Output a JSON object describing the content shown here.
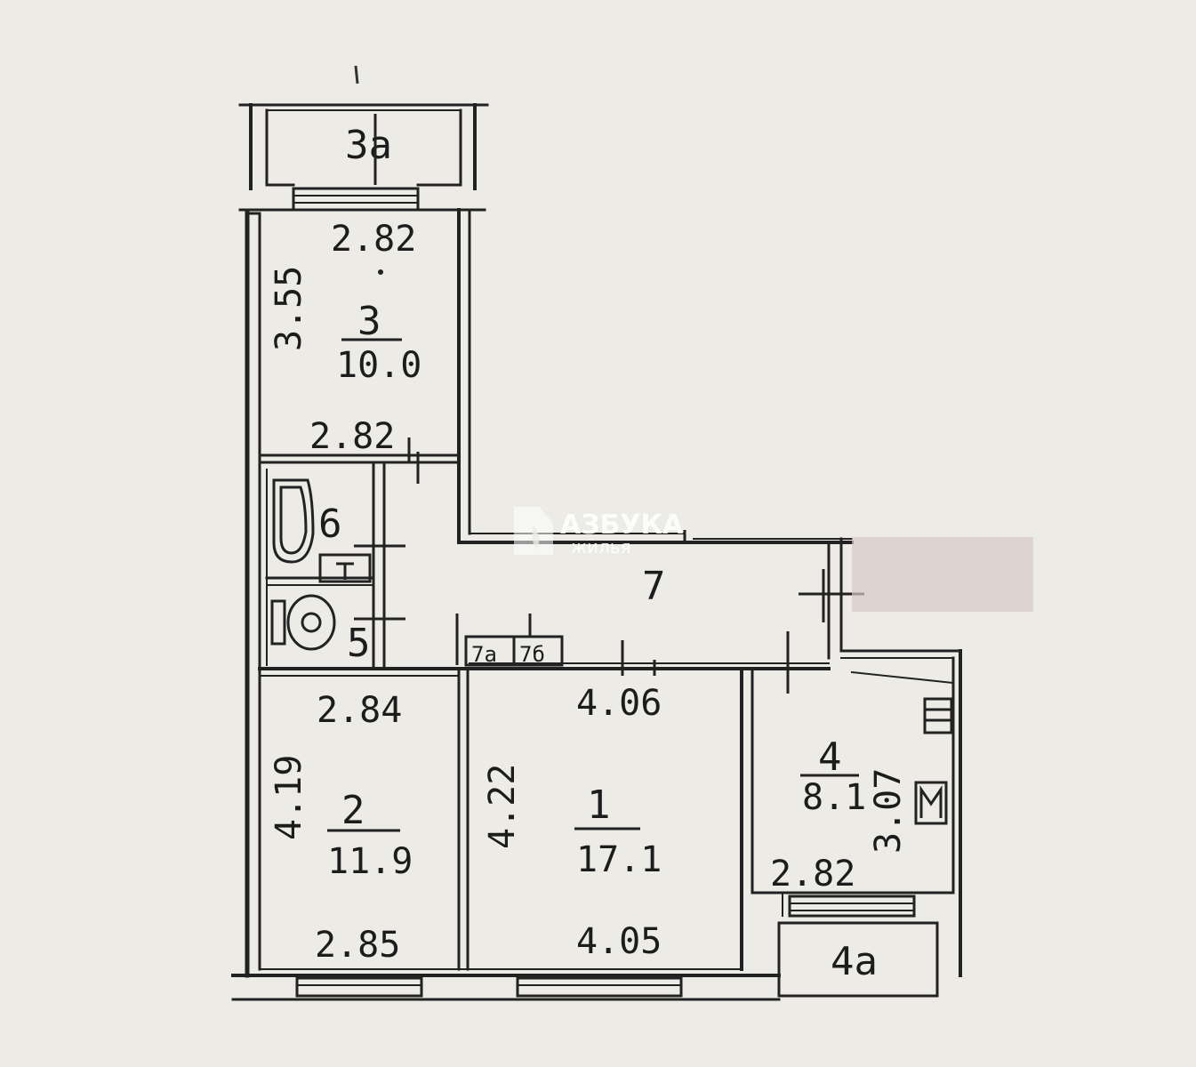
{
  "rooms": [
    {
      "id": "3a",
      "number": "3а"
    },
    {
      "id": "3",
      "number": "3",
      "area": "10.0",
      "dim_top": "2.82",
      "dim_bottom": "2.82",
      "dim_side": "3.55"
    },
    {
      "id": "6",
      "number": "6"
    },
    {
      "id": "5",
      "number": "5"
    },
    {
      "id": "7",
      "number": "7"
    },
    {
      "id": "7a",
      "number": "7а"
    },
    {
      "id": "7b",
      "number": "7б"
    },
    {
      "id": "2",
      "number": "2",
      "area": "11.9",
      "dim_top": "2.84",
      "dim_bottom": "2.85",
      "dim_side": "4.19"
    },
    {
      "id": "1",
      "number": "1",
      "area": "17.1",
      "dim_top": "4.06",
      "dim_bottom": "4.05",
      "dim_side": "4.22"
    },
    {
      "id": "4",
      "number": "4",
      "area": "8.1",
      "dim_bottom": "2.82",
      "dim_side": "3.07"
    },
    {
      "id": "4a",
      "number": "4а"
    }
  ],
  "watermark": {
    "line1": "АЗБУКА",
    "line2": "жилья"
  }
}
